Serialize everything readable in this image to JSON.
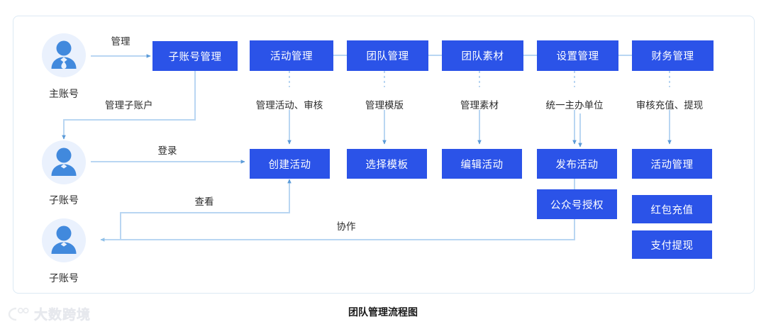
{
  "diagram": {
    "caption": "团队管理流程图",
    "border_color": "#dce9f4",
    "node_color": "#2b53e8",
    "wire_color": "#b9d6f2",
    "avatar_disc_color": "#eaf1fd",
    "avatar_fill_color": "#4189dd"
  },
  "watermark": {
    "text": "大数跨境",
    "icon": "logo-mark-icon"
  },
  "roles": [
    {
      "id": "main-account",
      "label": "主账号",
      "icon": "user-tie-avatar-icon"
    },
    {
      "id": "sub-account-1",
      "label": "子账号",
      "icon": "user-avatar-icon"
    },
    {
      "id": "sub-account-2",
      "label": "子账号",
      "icon": "user-avatar-icon"
    }
  ],
  "nodes": {
    "sub_account_mgmt": "子账号管理",
    "top_row": [
      {
        "id": "activity-mgmt",
        "label": "活动管理"
      },
      {
        "id": "team-mgmt",
        "label": "团队管理"
      },
      {
        "id": "team-material",
        "label": "团队素材"
      },
      {
        "id": "setting-mgmt",
        "label": "设置管理"
      },
      {
        "id": "finance-mgmt",
        "label": "财务管理"
      }
    ],
    "mid_row": [
      {
        "id": "create-activity",
        "label": "创建活动"
      },
      {
        "id": "select-template",
        "label": "选择模板"
      },
      {
        "id": "edit-activity",
        "label": "编辑活动"
      },
      {
        "id": "publish-activity",
        "label": "发布活动"
      },
      {
        "id": "activity-mgmt-2",
        "label": "活动管理"
      }
    ],
    "extras": [
      {
        "id": "oa-authorize",
        "label": "公众号授权"
      },
      {
        "id": "redpacket-topup",
        "label": "红包充值"
      },
      {
        "id": "pay-withdraw",
        "label": "支付提现"
      }
    ]
  },
  "edge_labels": {
    "manage": "管理",
    "manage_sub_account": "管理子账户",
    "login": "登录",
    "view": "查看",
    "collaborate": "协作",
    "under_top_row": [
      "管理活动、审核",
      "管理模版",
      "管理素材",
      "统一主办单位",
      "审核充值、提现"
    ]
  }
}
